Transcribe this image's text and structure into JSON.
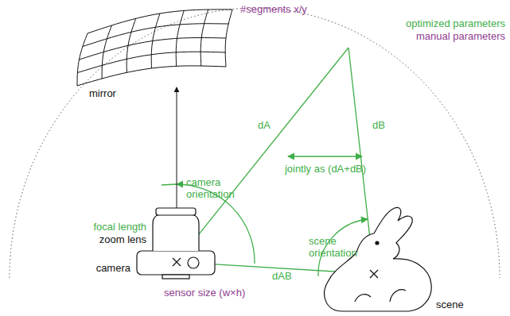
{
  "diagram": {
    "labels": [
      "#segments x/y",
      "optimized parameters",
      "manual parameters",
      "mirror",
      "dA",
      "dB",
      "jointly as (dA+dB)",
      "camera orientation",
      "focal length",
      "zoom lens",
      "camera",
      "sensor size (w×h)",
      "dAB",
      "scene orientation",
      "scene"
    ]
  }
}
